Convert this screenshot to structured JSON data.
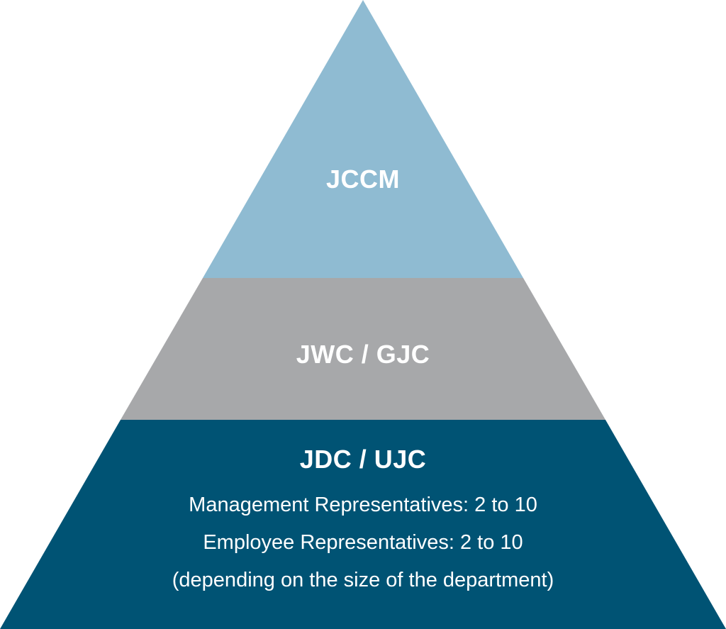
{
  "pyramid": {
    "tiers": [
      {
        "label": "JCCM",
        "color": "#8fbbd2"
      },
      {
        "label": "JWC / GJC",
        "color": "#a7a8aa"
      },
      {
        "label": "JDC / UJC",
        "color": "#005374"
      }
    ],
    "bottom_details": [
      "Management Representatives: 2 to 10",
      "Employee Representatives: 2 to 10",
      "(depending on the size of the department)"
    ]
  }
}
